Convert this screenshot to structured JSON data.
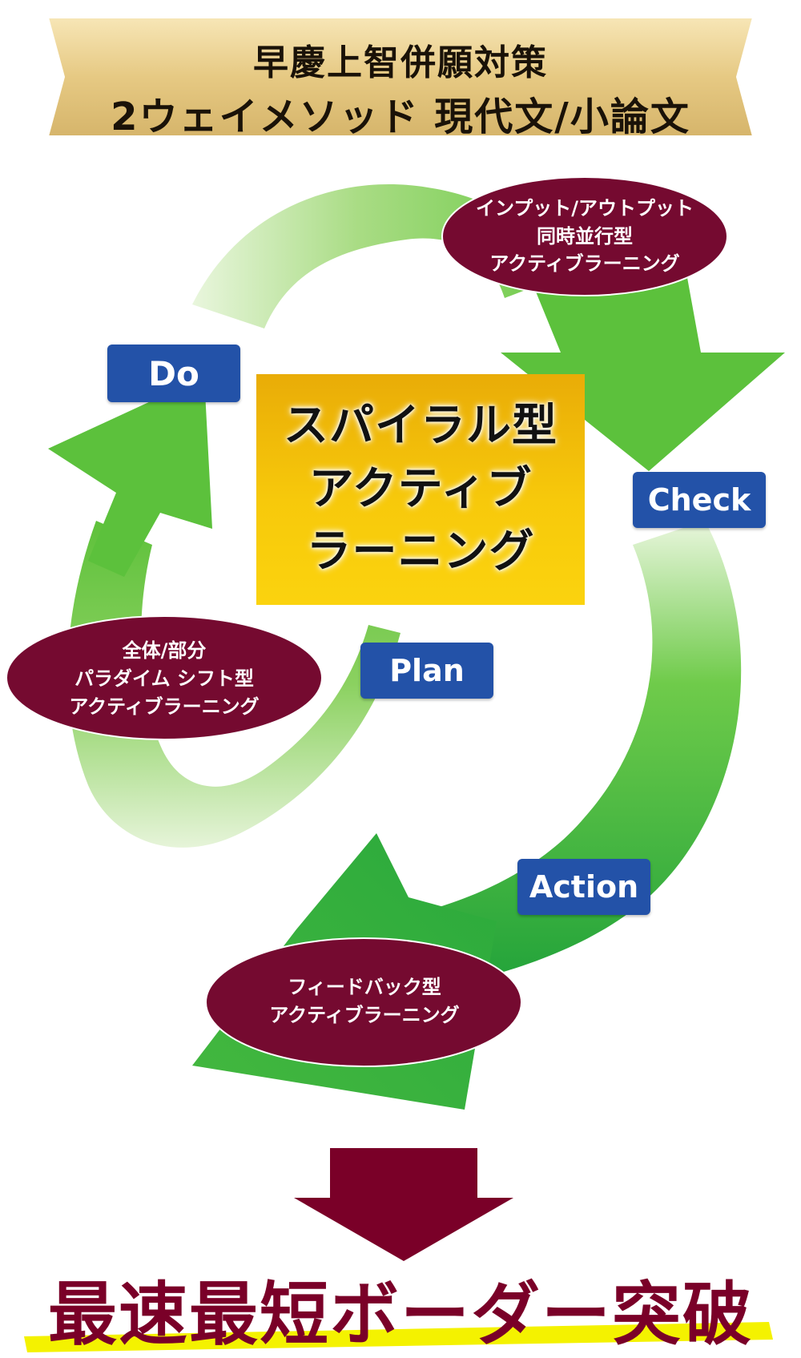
{
  "banner": {
    "line1": "早慶上智併願対策",
    "line2": "2ウェイメソッド 現代文/小論文"
  },
  "center": {
    "line1": "スパイラル型",
    "line2": "アクティブ",
    "line3": "ラーニング"
  },
  "pdca": {
    "do": "Do",
    "check": "Check",
    "plan": "Plan",
    "action": "Action"
  },
  "ellipses": {
    "top_right": {
      "line1": "インプット/アウトプット",
      "line2": "同時並行型",
      "line3": "アクティブラーニング"
    },
    "left": {
      "line1": "全体/部分",
      "line2": "パラダイム シフト型",
      "line3": "アクティブラーニング"
    },
    "bottom": {
      "line1": "フィードバック型",
      "line2": "アクティブラーニング"
    }
  },
  "result": "最速最短ボーダー突破",
  "colors": {
    "banner_gold": "#e8cf92",
    "arrow_green": "#34b341",
    "ellipse_maroon": "#750a30",
    "label_blue": "#2352a8",
    "center_gold": "#f5c40a",
    "result_maroon": "#7a0028",
    "highlight_yellow": "#f4f200"
  }
}
